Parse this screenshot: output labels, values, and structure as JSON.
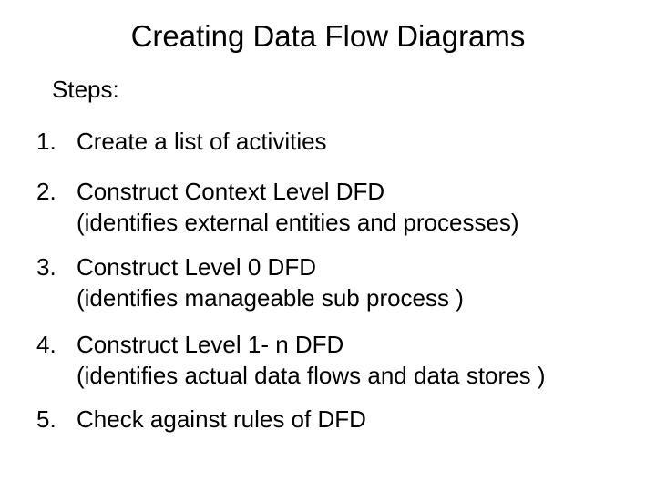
{
  "slide": {
    "title": "Creating Data Flow Diagrams",
    "intro": "Steps:",
    "steps": [
      {
        "number": "1.",
        "line1": "Create a list of activities",
        "line2": ""
      },
      {
        "number": "2.",
        "line1": "Construct Context Level DFD",
        "line2": "(identifies external entities and processes)"
      },
      {
        "number": "3.",
        "line1": "Construct Level 0 DFD",
        "line2": "(identifies manageable sub process )"
      },
      {
        "number": "4.",
        "line1": "Construct Level 1- n DFD",
        "line2": "(identifies actual data flows and data stores )"
      },
      {
        "number": "5.",
        "line1": "Check against rules of DFD",
        "line2": ""
      }
    ],
    "colors": {
      "background": "#ffffff",
      "text": "#000000"
    }
  }
}
